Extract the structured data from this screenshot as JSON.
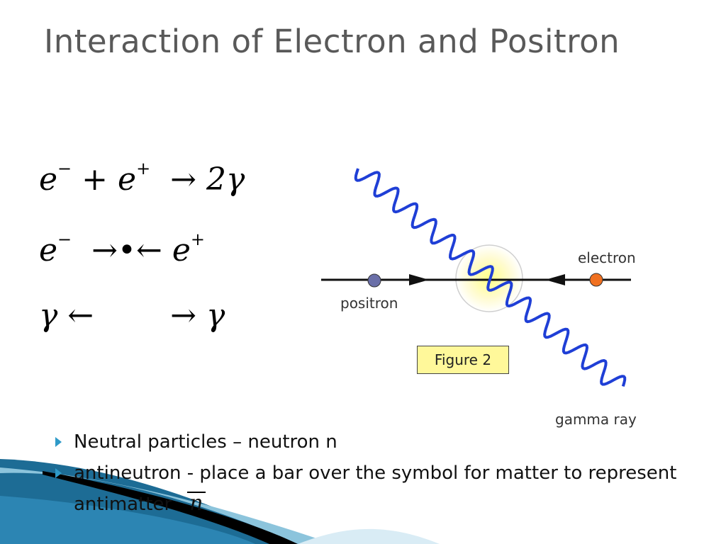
{
  "slide": {
    "title": "Interaction of Electron and Positron",
    "equations": {
      "eq1": {
        "e_minus": "e",
        "minus": "−",
        "plus_op": "+",
        "e_plus": "e",
        "plus": "+",
        "arrow": "→",
        "rhs": "2γ"
      },
      "eq2": {
        "e_minus": "e",
        "minus": "−",
        "arrow_right": "→",
        "dot": "•",
        "arrow_left": "←",
        "e_plus": "e",
        "plus": "+"
      },
      "eq3": {
        "gamma_left": "γ",
        "arrow_left": "←",
        "arrow_right": "→",
        "gamma_right": "γ"
      }
    },
    "figure": {
      "electron_label": "electron",
      "positron_label": "positron",
      "caption": "Figure 2",
      "gamma_label": "gamma ray",
      "colors": {
        "wave": "#1f3fd6",
        "electron": "#f07020",
        "positron": "#6a6fa8",
        "glow": "#fffbb0"
      }
    },
    "bullets": [
      {
        "text": "Neutral particles – neutron n"
      },
      {
        "text": " antineutron - place a bar over the symbol for matter to represent antimatter",
        "symbol": "n"
      }
    ],
    "accent_color": "#2e9ac8"
  }
}
